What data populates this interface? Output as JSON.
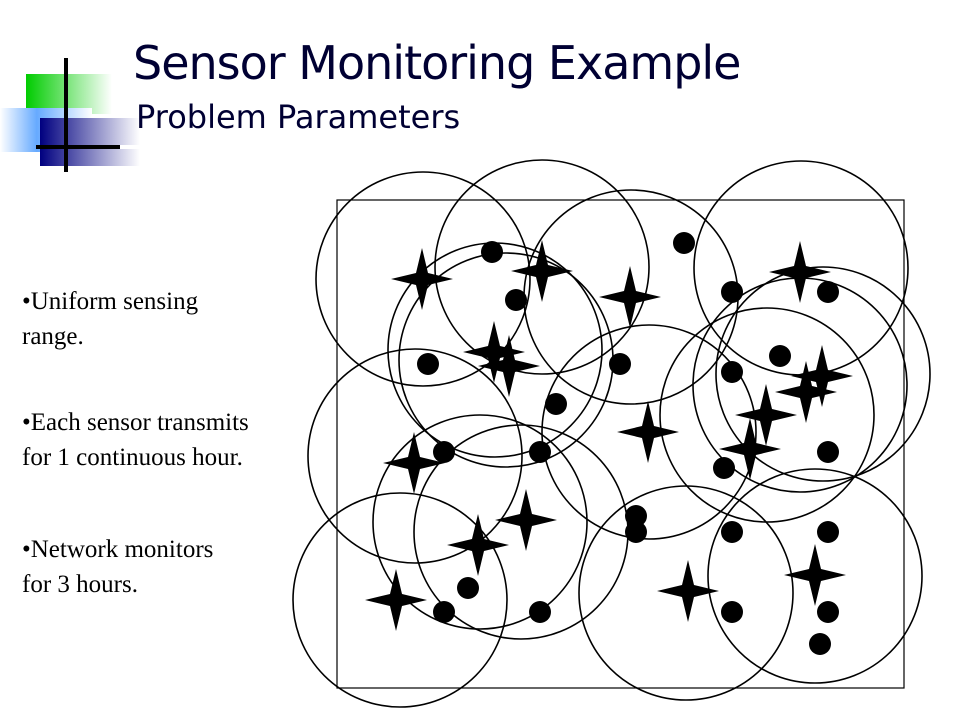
{
  "slide": {
    "title": "Sensor Monitoring Example",
    "subtitle": "Problem Parameters",
    "bullets": [
      {
        "line1": "•Uniform sensing",
        "line2": "range."
      },
      {
        "line1": "•Each sensor transmits",
        "line2": "for 1 continuous hour."
      },
      {
        "line1": "•Network monitors",
        "line2": "for 3 hours."
      }
    ]
  },
  "diagram": {
    "legend": "",
    "marker_types": [
      "sensor-dot",
      "target-star"
    ],
    "colors": {
      "ink": "#000000",
      "title": "#000033",
      "accent_green": "#00cc00",
      "accent_blue": "#3366ff",
      "accent_navy": "#000080"
    }
  }
}
